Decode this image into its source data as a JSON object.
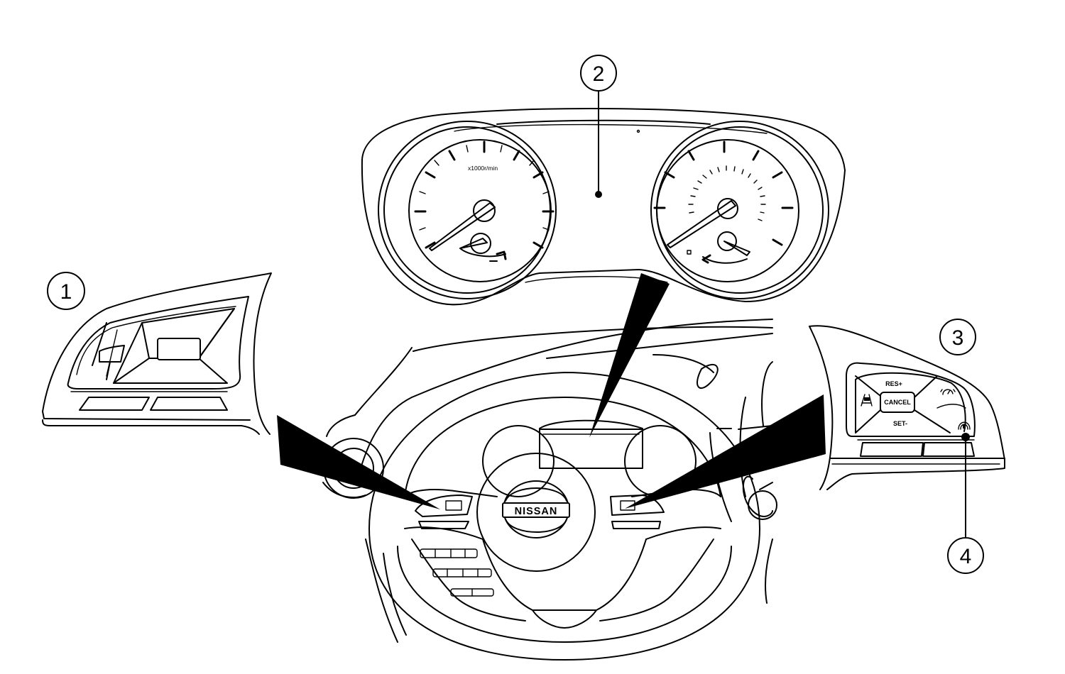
{
  "callouts": {
    "c1": "1",
    "c2": "2",
    "c3": "3",
    "c4": "4"
  },
  "cluster": {
    "tach_unit": "x1000r/min"
  },
  "steering_wheel": {
    "brand": "NISSAN"
  },
  "right_switch": {
    "res_label": "RES+",
    "cancel_label": "CANCEL",
    "set_label": "SET-",
    "icons": [
      "lane-assist-icon",
      "speed-limiter-icon",
      "distance-icon"
    ]
  },
  "colors": {
    "line": "#000000",
    "background": "#ffffff"
  }
}
